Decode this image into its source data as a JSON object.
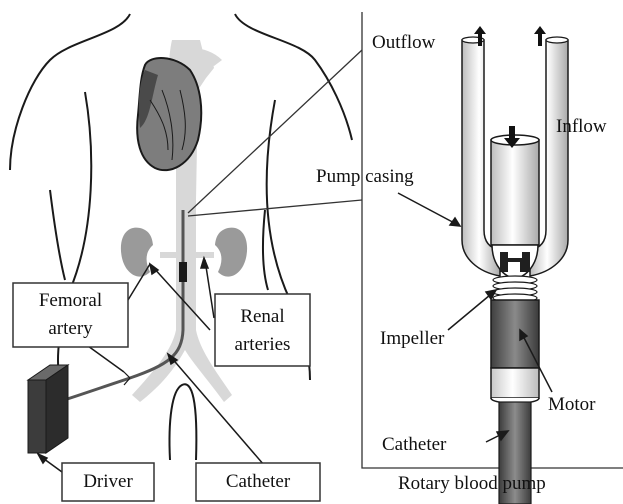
{
  "labels": {
    "outflow": "Outflow",
    "inflow": "Inflow",
    "pump_casing": "Pump casing",
    "femoral_artery": "Femoral\nartery",
    "renal_arteries": "Renal\narteries",
    "impeller": "Impeller",
    "motor": "Motor",
    "catheter_right": "Catheter",
    "driver": "Driver",
    "catheter_bottom": "Catheter",
    "rotary_blood_pump": "Rotary blood pump"
  },
  "colors": {
    "outline": "#1a1a1a",
    "aorta": "#d8d8d8",
    "organ": "#9a9a9a",
    "heart": "#7d7d7d",
    "motor": "#5e5e5e",
    "driver": "#3c3c3c",
    "catheter": "#555555"
  }
}
